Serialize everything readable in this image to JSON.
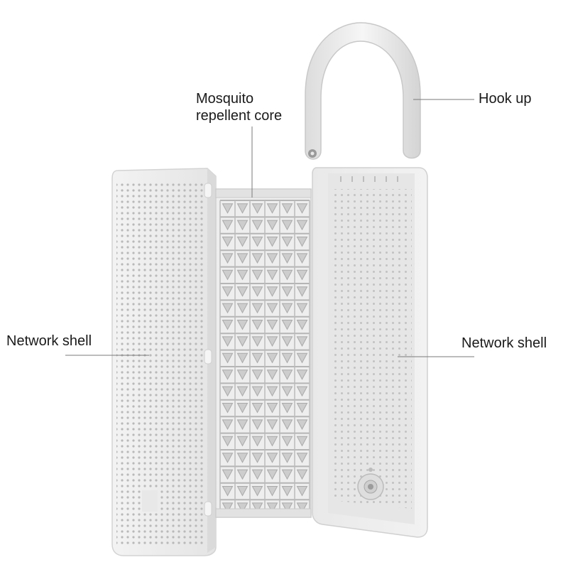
{
  "labels": {
    "hook": "Hook up",
    "core_line1": "Mosquito",
    "core_line2": "repellent core",
    "left_shell": "Network shell",
    "right_shell": "Network shell"
  },
  "colors": {
    "background": "#ffffff",
    "shell": "#ececec",
    "shell_edge": "#d6d6d6",
    "perforation": "#b9b9b9",
    "core": "#d9d9d9",
    "core_dark": "#a9a9a9",
    "leader": "#7a7a7a",
    "text": "#1a1a1a"
  }
}
